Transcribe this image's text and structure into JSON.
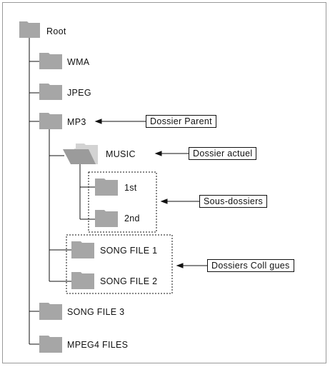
{
  "tree": {
    "root": "Root",
    "wma": "WMA",
    "jpeg": "JPEG",
    "mp3": "MP3",
    "music": "MUSIC",
    "first": "1st",
    "second": "2nd",
    "song1": "SONG FILE 1",
    "song2": "SONG FILE 2",
    "song3": "SONG FILE 3",
    "mpeg4": "MPEG4 FILES"
  },
  "callouts": {
    "parent": "Dossier Parent",
    "current": "Dossier actuel",
    "sub": "Sous-dossiers",
    "files": "Dossiers Coll gues"
  },
  "colors": {
    "folder": "#a6a6a6",
    "folder_open_front": "#9b9b9b",
    "folder_open_back": "#d3d3d3",
    "line": "#111111"
  }
}
